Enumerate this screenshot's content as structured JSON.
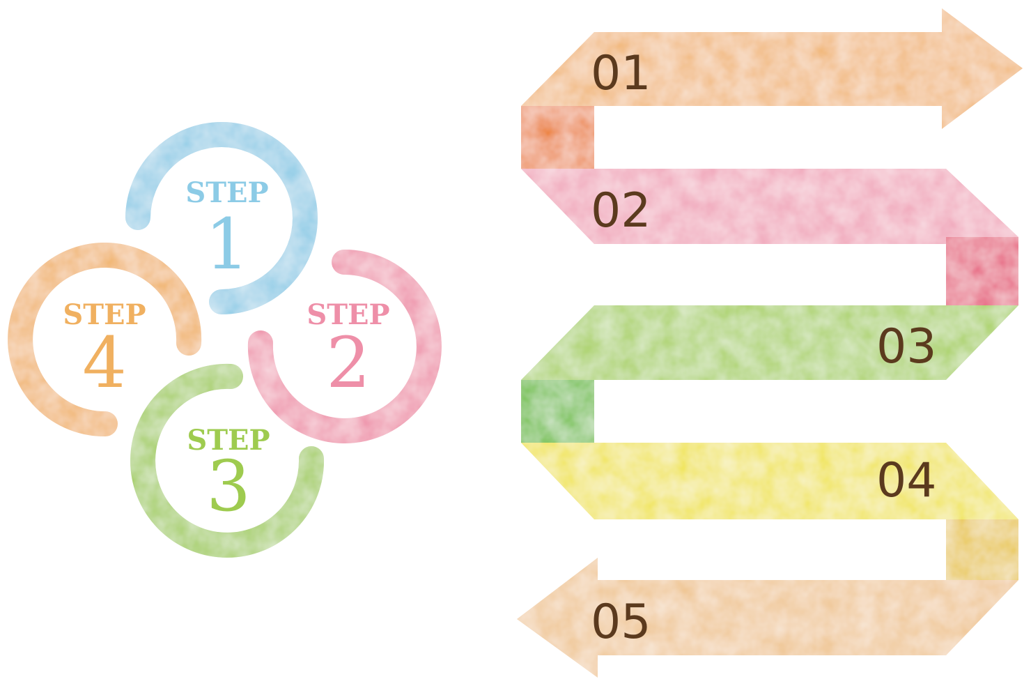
{
  "steps": [
    {
      "word": "STEP",
      "number": "1",
      "color": "#8ccbe6"
    },
    {
      "word": "STEP",
      "number": "2",
      "color": "#ee8fa8"
    },
    {
      "word": "STEP",
      "number": "3",
      "color": "#9ecb4f"
    },
    {
      "word": "STEP",
      "number": "4",
      "color": "#f0b060"
    }
  ],
  "ribbon": {
    "labels": [
      "01",
      "02",
      "03",
      "04",
      "05"
    ],
    "colors": {
      "band1": "#f1b676",
      "fold1": "#ec7f2e",
      "band2": "#f0a3b8",
      "fold2": "#e65778",
      "band3": "#a6d05a",
      "fold3": "#6cbf3a",
      "band4": "#f0e44a",
      "fold4": "#e8c53a",
      "band5": "#efc48f",
      "text": "#5b3a1e"
    }
  }
}
